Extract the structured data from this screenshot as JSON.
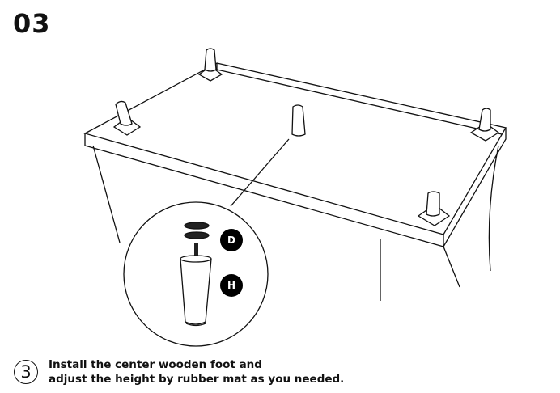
{
  "step_number": "03",
  "sub_step": "3",
  "instruction_lines": [
    "Install the center wooden foot and",
    "adjust the height by rubber mat as you needed."
  ],
  "part_labels": {
    "rubber_mat": "D",
    "wooden_foot": "H"
  }
}
